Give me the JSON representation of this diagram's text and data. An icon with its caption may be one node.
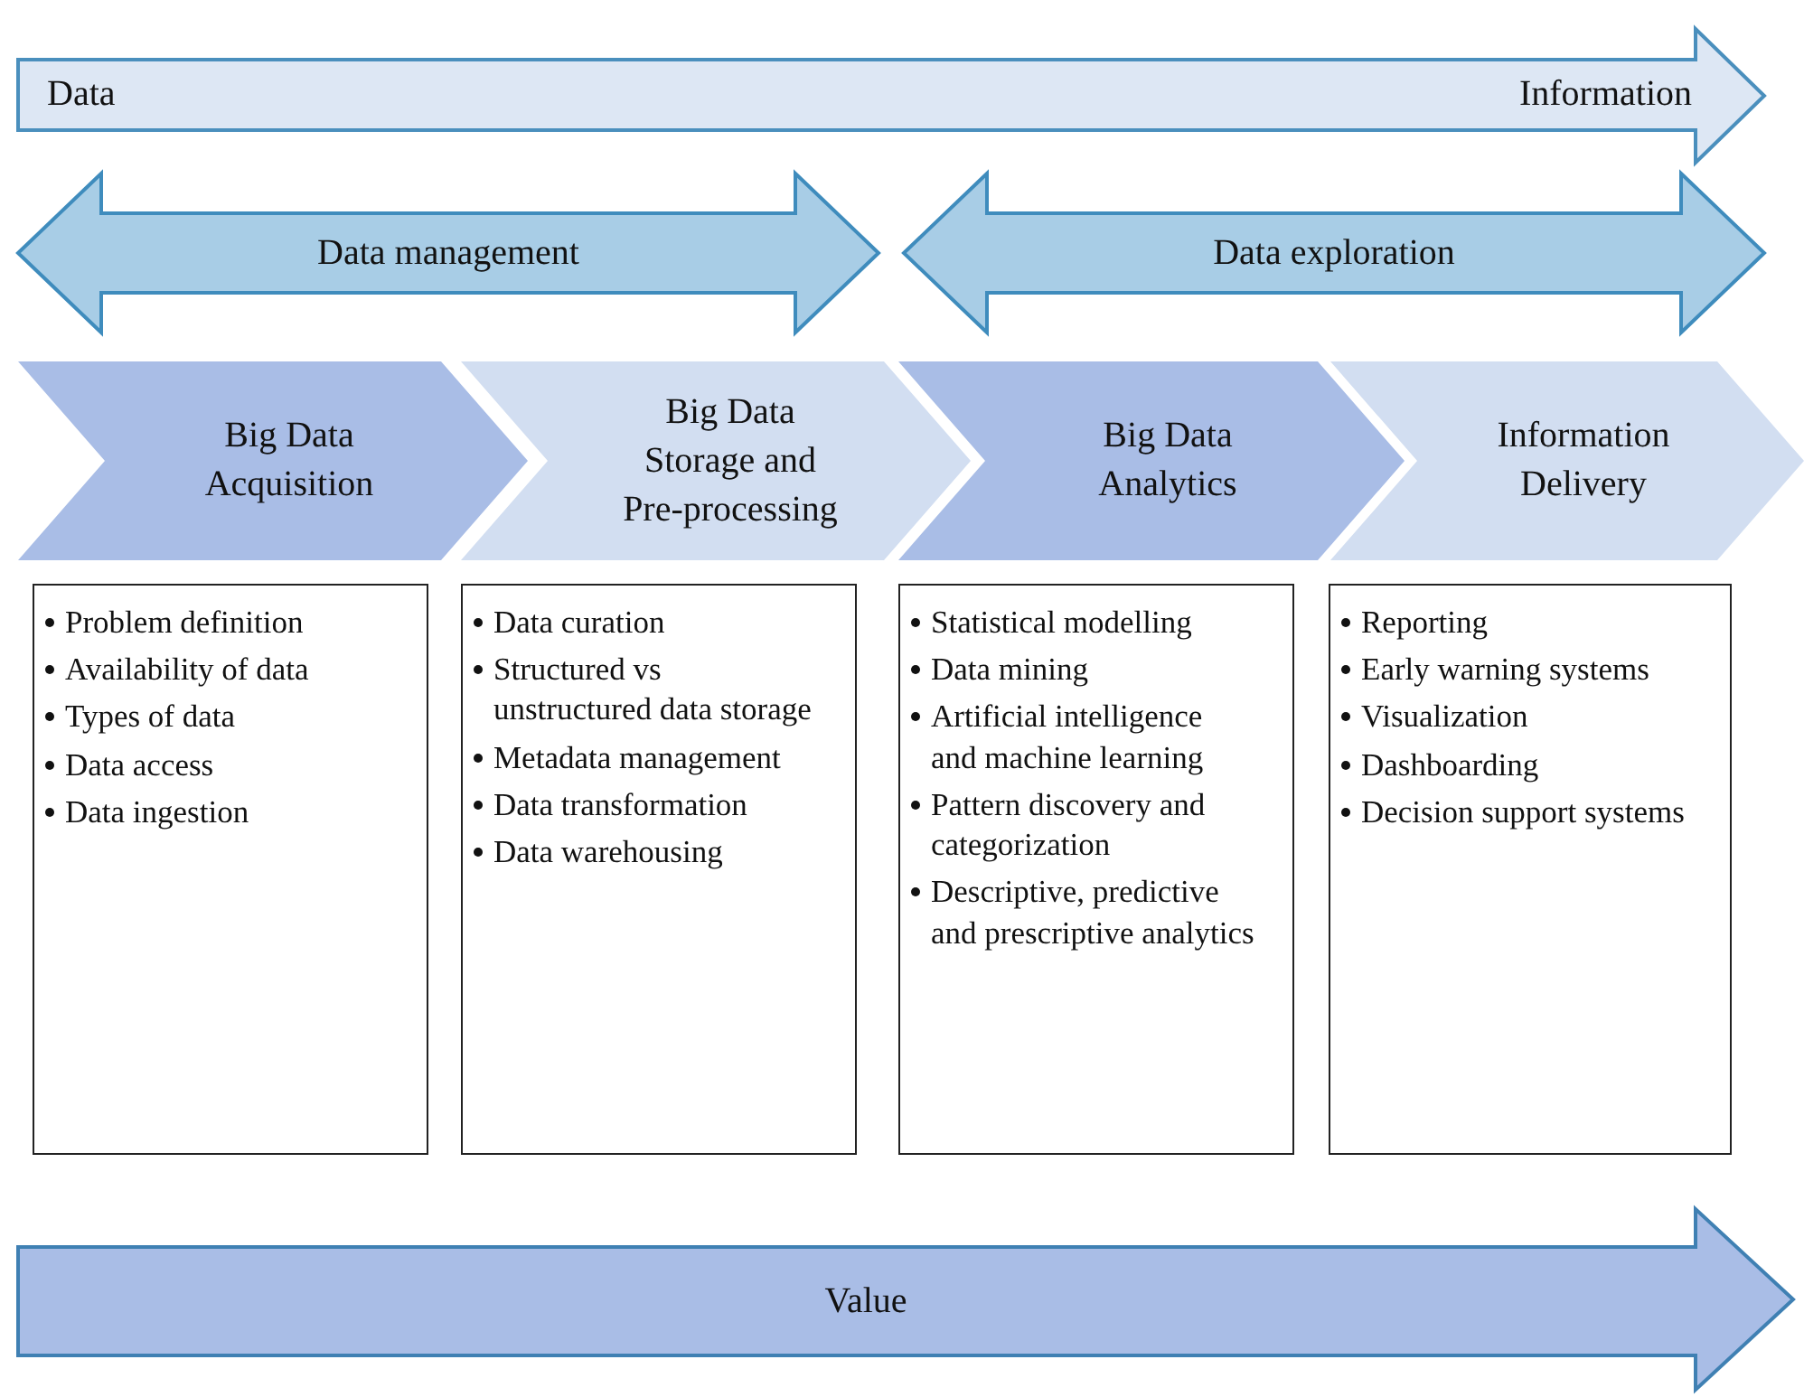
{
  "diagram": {
    "nodes": [
      {
        "text": [
          "Data",
          "Information"
        ]
      },
      {
        "text": [
          "Data management"
        ]
      },
      {
        "text": [
          "Data exploration"
        ]
      },
      {
        "text": [
          "Big Data Acquisition"
        ]
      },
      {
        "text": [
          "Big Data Storage and Pre-processing"
        ]
      },
      {
        "text": [
          "Big Data Analytics"
        ]
      },
      {
        "text": [
          "Information Delivery"
        ]
      },
      {
        "text": [
          "Problem definition",
          "Availability of data",
          "Types of data",
          "Data access",
          "Data ingestion"
        ]
      },
      {
        "text": [
          "Data curation",
          "Structured vs unstructured data storage",
          "Metadata management",
          "Data transformation",
          "Data warehousing"
        ]
      },
      {
        "text": [
          "Statistical modelling",
          "Data mining",
          "Artificial intelligence and machine learning",
          "Pattern discovery and categorization",
          "Descriptive, predictive and prescriptive analytics"
        ]
      },
      {
        "text": [
          "Reporting",
          "Early warning systems",
          "Visualization",
          "Dashboarding",
          "Decision support systems"
        ]
      },
      {
        "text": [
          "Value"
        ]
      }
    ]
  }
}
